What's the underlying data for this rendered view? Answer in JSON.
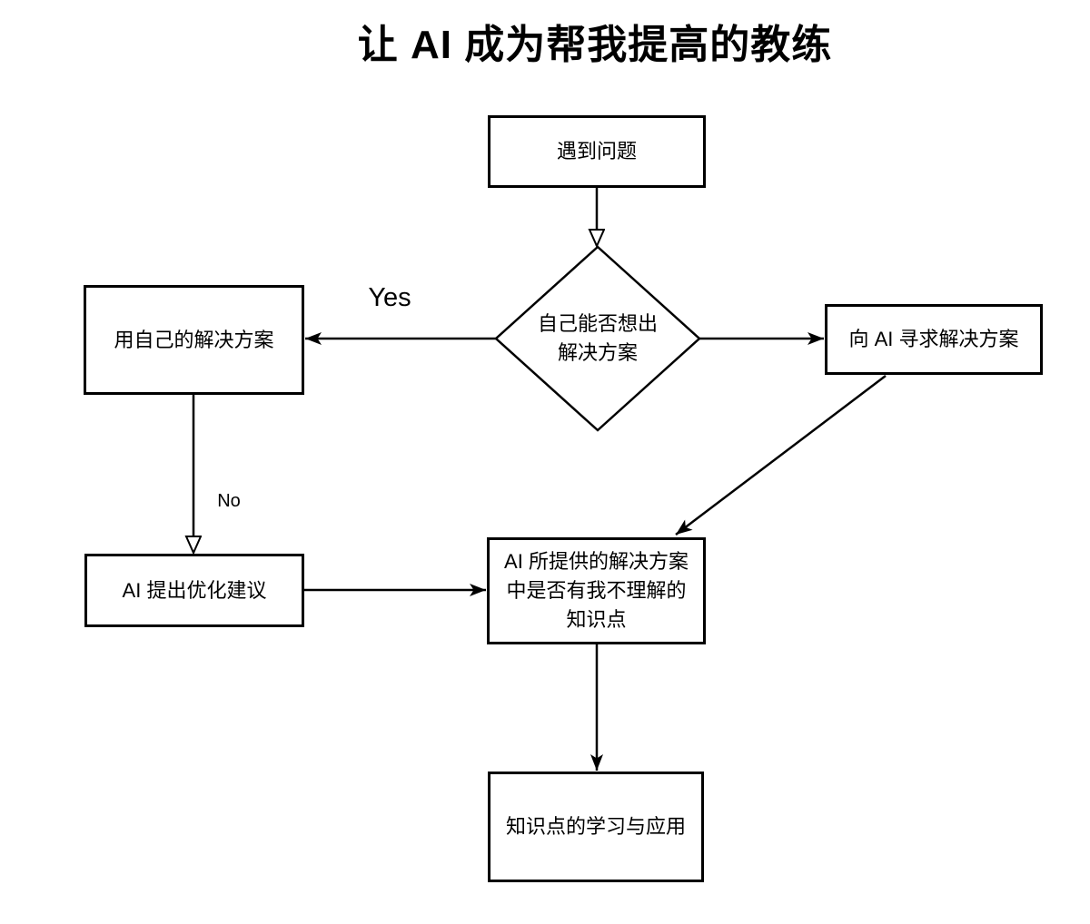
{
  "title": "让 AI 成为帮我提高的教练",
  "nodes": {
    "start": {
      "label": "遇到问题"
    },
    "decision": {
      "label": "自己能否想出\n解决方案"
    },
    "own_solution": {
      "label": "用自己的解决方案"
    },
    "ask_ai": {
      "label": "向 AI 寻求解决方案"
    },
    "ai_optimize": {
      "label": "AI 提出优化建议"
    },
    "check_knowledge": {
      "label": "AI 所提供的解决方案\n中是否有我不理解的\n知识点"
    },
    "learn_apply": {
      "label": "知识点的学习与应用"
    }
  },
  "edge_labels": {
    "yes": "Yes",
    "no": "No"
  },
  "colors": {
    "stroke": "#000000",
    "node_fill": "#ffffff",
    "background": "#ffffff"
  }
}
